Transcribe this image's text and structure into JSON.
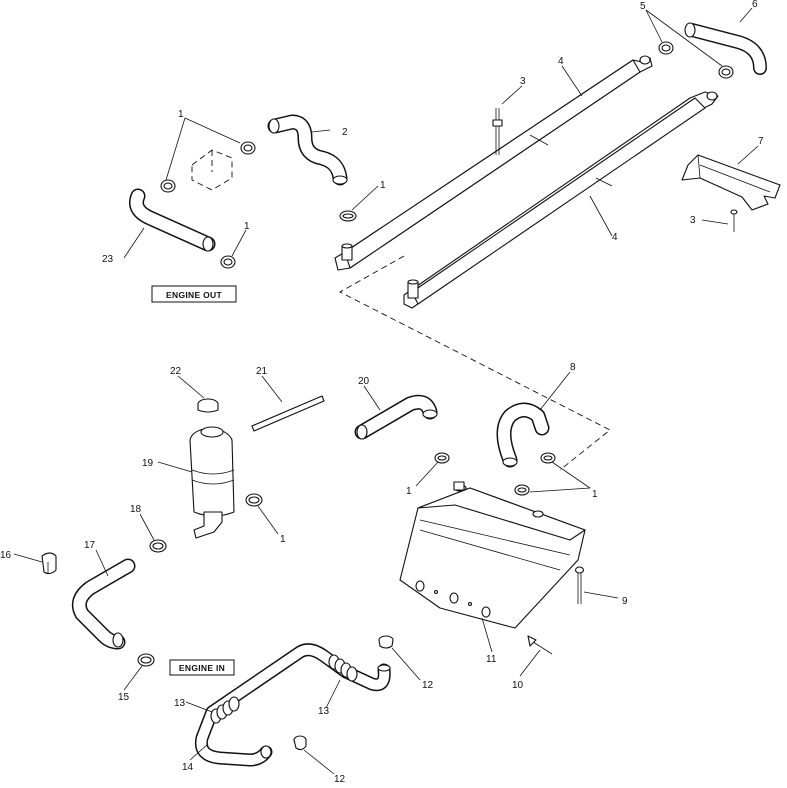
{
  "labels": {
    "engine_out": "ENGINE OUT",
    "engine_in": "ENGINE IN"
  },
  "callouts": {
    "c1_top_left": "1",
    "c1_top_mid": "1",
    "c1_top_low": "1",
    "c1_mid_left": "1",
    "c1_mid_right": "1",
    "c1_tank": "1",
    "c2": "2",
    "c3_top": "3",
    "c3_right": "3",
    "c4_top": "4",
    "c4_bottom": "4",
    "c5": "5",
    "c6": "6",
    "c7": "7",
    "c8": "8",
    "c9": "9",
    "c10": "10",
    "c11": "11",
    "c12_top": "12",
    "c12_bottom": "12",
    "c13_left": "13",
    "c13_right": "13",
    "c14": "14",
    "c15": "15",
    "c16": "16",
    "c17": "17",
    "c18": "18",
    "c19": "19",
    "c20": "20",
    "c21": "21",
    "c22": "22",
    "c23": "23"
  }
}
